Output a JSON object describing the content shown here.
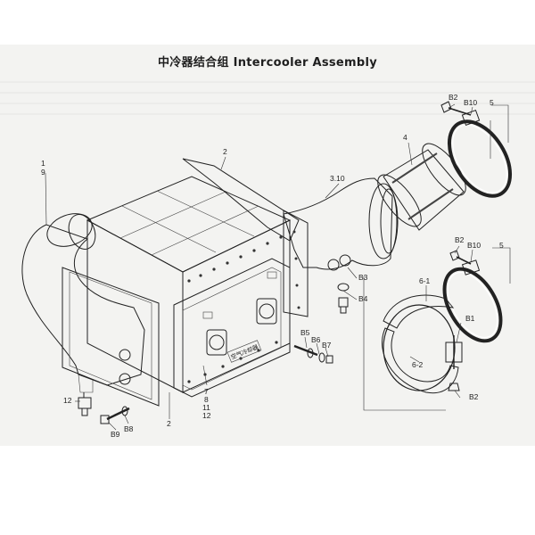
{
  "title": "中冷器结合组 Intercooler Assembly",
  "plate_text": "空气冷却器",
  "labels": {
    "l1": "1",
    "l9": "9",
    "l2a": "2",
    "l2b": "2",
    "l310": "3.10",
    "l4": "4",
    "b2a": "B2",
    "b10a": "B10",
    "l5a": "5",
    "b2b": "B2",
    "b10b": "B10",
    "l5b": "5",
    "b3": "B3",
    "b4": "B4",
    "l61": "6-1",
    "l62": "6-2",
    "b1": "B1",
    "b2c": "B2",
    "b5": "B5",
    "b6": "B6",
    "b7": "B7",
    "l7": "7",
    "l8": "8",
    "l11": "11",
    "l12": "12",
    "l12b": "12",
    "b8": "B8",
    "b9": "B9"
  },
  "colors": {
    "ink": "#222222",
    "paper": "#f3f3f1",
    "stipple": "#555555"
  }
}
